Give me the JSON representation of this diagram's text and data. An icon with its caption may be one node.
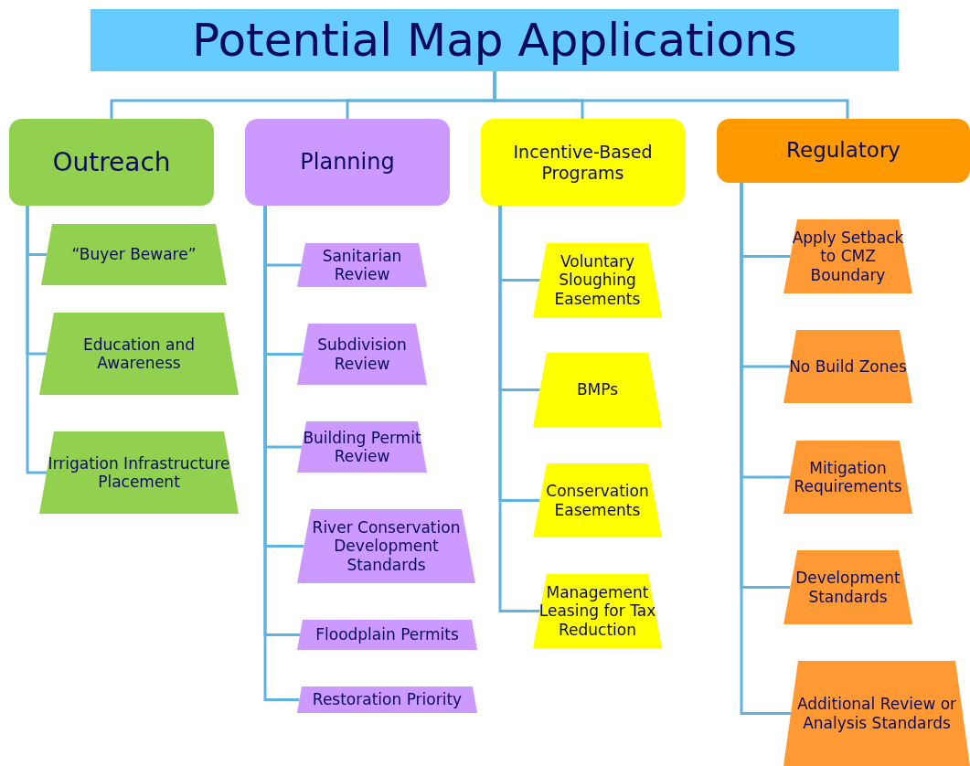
{
  "diagram": {
    "nodes": [
      {
        "text": [
          "Potential Map Applications"
        ]
      },
      {
        "text": [
          "Outreach"
        ]
      },
      {
        "text": [
          "Planning"
        ]
      },
      {
        "text": [
          "Incentive-Based Programs"
        ]
      },
      {
        "text": [
          "Regulatory"
        ]
      },
      {
        "text": [
          "“Buyer Beware”"
        ]
      },
      {
        "text": [
          "Education and Awareness"
        ]
      },
      {
        "text": [
          "Irrigation Infrastructure Placement"
        ]
      },
      {
        "text": [
          "Sanitarian Review"
        ]
      },
      {
        "text": [
          "Subdivision Review"
        ]
      },
      {
        "text": [
          "Building Permit Review"
        ]
      },
      {
        "text": [
          "River Conservation Development Standards"
        ]
      },
      {
        "text": [
          "Floodplain Permits"
        ]
      },
      {
        "text": [
          "Restoration Priority"
        ]
      },
      {
        "text": [
          "Voluntary Sloughing Easements"
        ]
      },
      {
        "text": [
          "BMPs"
        ]
      },
      {
        "text": [
          "Conservation Easements"
        ]
      },
      {
        "text": [
          "Management Leasing for Tax Reduction"
        ]
      },
      {
        "text": [
          "Apply Setback to CMZ Boundary"
        ]
      },
      {
        "text": [
          "No Build Zones"
        ]
      },
      {
        "text": [
          "Mitigation Requirements"
        ]
      },
      {
        "text": [
          "Development Standards"
        ]
      },
      {
        "text": [
          "Additional Review or Analysis Standards"
        ]
      }
    ],
    "edges": [
      {
        "from": 0,
        "to": 1,
        "arrow": "none"
      },
      {
        "from": 0,
        "to": 2,
        "arrow": "none"
      },
      {
        "from": 0,
        "to": 3,
        "arrow": "none"
      },
      {
        "from": 0,
        "to": 4,
        "arrow": "none"
      },
      {
        "from": 1,
        "to": 5,
        "arrow": "none"
      },
      {
        "from": 1,
        "to": 6,
        "arrow": "none"
      },
      {
        "from": 1,
        "to": 7,
        "arrow": "none"
      },
      {
        "from": 2,
        "to": 8,
        "arrow": "none"
      },
      {
        "from": 2,
        "to": 9,
        "arrow": "none"
      },
      {
        "from": 2,
        "to": 10,
        "arrow": "none"
      },
      {
        "from": 2,
        "to": 11,
        "arrow": "none"
      },
      {
        "from": 2,
        "to": 12,
        "arrow": "none"
      },
      {
        "from": 2,
        "to": 13,
        "arrow": "none"
      },
      {
        "from": 3,
        "to": 14,
        "arrow": "none"
      },
      {
        "from": 3,
        "to": 15,
        "arrow": "none"
      },
      {
        "from": 3,
        "to": 16,
        "arrow": "none"
      },
      {
        "from": 3,
        "to": 17,
        "arrow": "none"
      },
      {
        "from": 4,
        "to": 18,
        "arrow": "none"
      },
      {
        "from": 4,
        "to": 19,
        "arrow": "none"
      },
      {
        "from": 4,
        "to": 20,
        "arrow": "none"
      },
      {
        "from": 4,
        "to": 21,
        "arrow": "none"
      },
      {
        "from": 4,
        "to": 22,
        "arrow": "none"
      }
    ]
  }
}
